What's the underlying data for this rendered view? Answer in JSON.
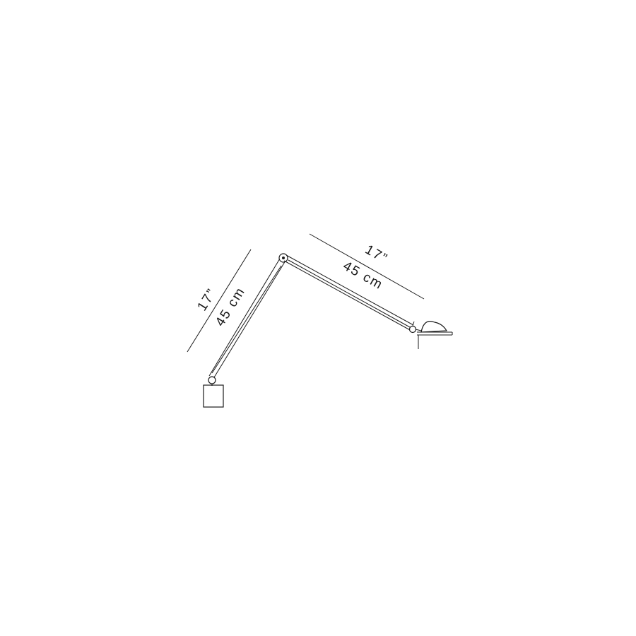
{
  "dimensions": {
    "lower_arm": {
      "inches": "17”",
      "centimeters": "45 cm"
    },
    "upper_arm": {
      "inches": "17”",
      "centimeters": "45 cm"
    }
  },
  "colors": {
    "line": "#1a1a1a",
    "background": "#ffffff"
  }
}
